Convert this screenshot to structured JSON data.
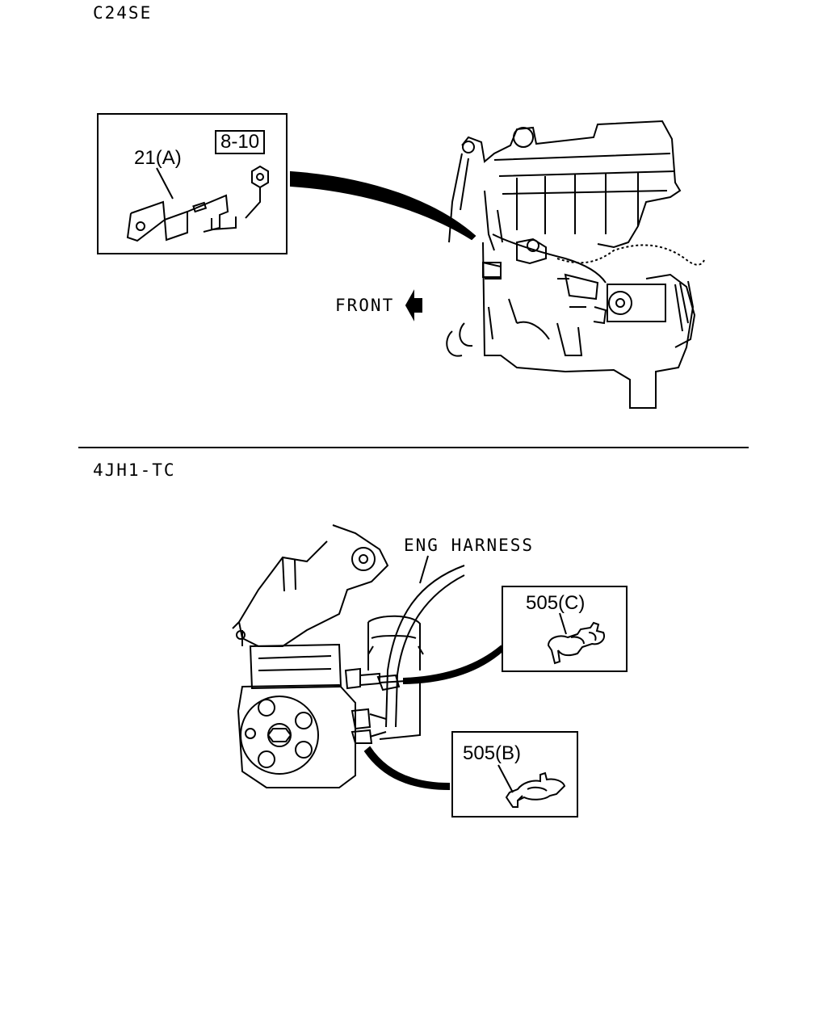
{
  "sections": [
    {
      "model": "C24SE",
      "front_label": "FRONT",
      "callout": {
        "part": "21(A)",
        "torque": "8-10"
      }
    },
    {
      "model": "4JH1-TC",
      "harness_label": "ENG HARNESS",
      "callouts": [
        {
          "part": "505(C)"
        },
        {
          "part": "505(B)"
        }
      ]
    }
  ]
}
